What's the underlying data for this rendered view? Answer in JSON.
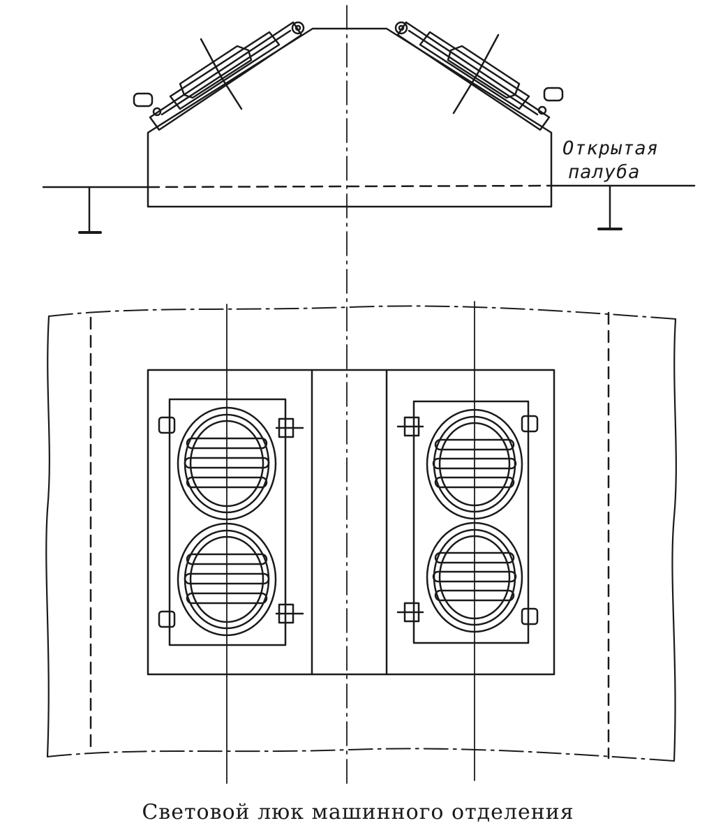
{
  "labels": {
    "deck_line1": "Открытая",
    "deck_line2": "палуба"
  },
  "caption": "Световой люк машинного отделения",
  "colors": {
    "ink": "#1a1a1a",
    "paper": "#ffffff"
  }
}
